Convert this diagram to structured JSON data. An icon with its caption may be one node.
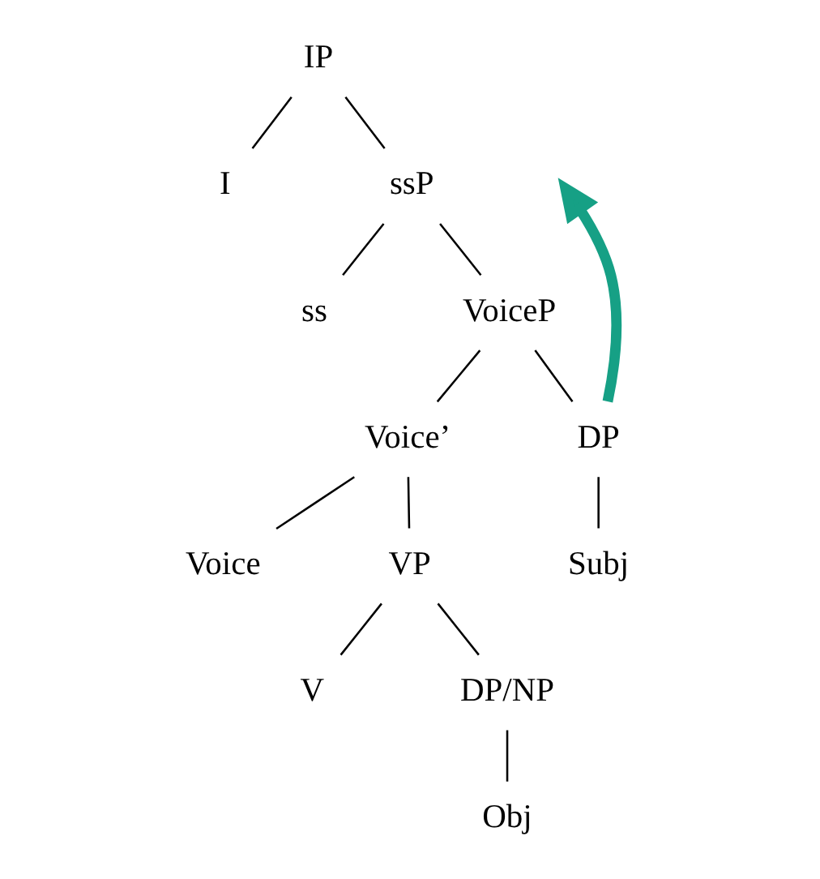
{
  "diagram": {
    "nodes": [
      {
        "text": [
          "IP"
        ]
      },
      {
        "text": [
          "I"
        ]
      },
      {
        "text": [
          "ssP"
        ]
      },
      {
        "text": [
          "ss"
        ]
      },
      {
        "text": [
          "VoiceP"
        ]
      },
      {
        "text": [
          "Voice’"
        ]
      },
      {
        "text": [
          "DP"
        ]
      },
      {
        "text": [
          "Voice"
        ]
      },
      {
        "text": [
          "VP"
        ]
      },
      {
        "text": [
          "Subj"
        ]
      },
      {
        "text": [
          "V"
        ]
      },
      {
        "text": [
          "DP/NP"
        ]
      },
      {
        "text": [
          "Obj"
        ]
      }
    ],
    "edges": [
      {
        "from": 0,
        "to": 1,
        "arrow": "none"
      },
      {
        "from": 0,
        "to": 2,
        "arrow": "none"
      },
      {
        "from": 2,
        "to": 3,
        "arrow": "none"
      },
      {
        "from": 2,
        "to": 4,
        "arrow": "none"
      },
      {
        "from": 4,
        "to": 5,
        "arrow": "none"
      },
      {
        "from": 4,
        "to": 6,
        "arrow": "none"
      },
      {
        "from": 5,
        "to": 7,
        "arrow": "none"
      },
      {
        "from": 5,
        "to": 8,
        "arrow": "none"
      },
      {
        "from": 6,
        "to": 9,
        "arrow": "none"
      },
      {
        "from": 8,
        "to": 10,
        "arrow": "none"
      },
      {
        "from": 8,
        "to": 11,
        "arrow": "none"
      },
      {
        "from": 11,
        "to": 12,
        "arrow": "none"
      },
      {
        "from": 6,
        "to": null,
        "arrow": "to",
        "style": "thick",
        "color": "#16a085"
      }
    ]
  }
}
